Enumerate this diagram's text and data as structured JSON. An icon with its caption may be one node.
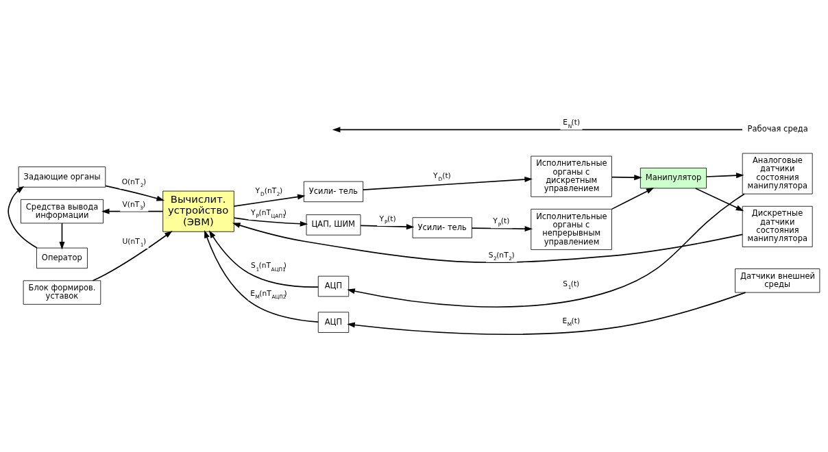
{
  "diagram": {
    "nodes": [
      {
        "text": [
          "Задающие органы"
        ]
      },
      {
        "text": [
          "Вычислит. устройство (ЭВМ)"
        ]
      },
      {
        "text": [
          "Блок формиров. уставок"
        ]
      },
      {
        "text": [
          "Средства вывода информации"
        ]
      },
      {
        "text": [
          "Оператор"
        ]
      },
      {
        "text": [
          "Усили- тель"
        ]
      },
      {
        "text": [
          "ЦАП, ШИМ"
        ]
      },
      {
        "text": [
          "Усили- тель"
        ]
      },
      {
        "text": [
          "Исполнительные органы с непрерывным управлением"
        ]
      },
      {
        "text": [
          "Исполнительные органы с дискретным управлением"
        ]
      },
      {
        "text": [
          "Манипулятор"
        ]
      },
      {
        "text": [
          "Аналоговые датчики состояния манипулятора"
        ]
      },
      {
        "text": [
          "Дискретные датчики состояния манипулятора"
        ]
      },
      {
        "text": [
          "АЦП"
        ]
      },
      {
        "text": [
          "АЦП"
        ]
      },
      {
        "text": [
          "Датчики внешней среды"
        ]
      },
      {
        "text": [
          "Рабочая среда"
        ]
      }
    ],
    "edges": [
      {
        "from": 0,
        "to": 1,
        "arrow": "to",
        "label": "O(nT$_{2}$)"
      },
      {
        "from": 2,
        "to": 1,
        "arrow": "to",
        "label": "U(nT$_{1}$)"
      },
      {
        "from": 1,
        "to": 3,
        "arrow": "to",
        "label": "V(nT$_{3}$)"
      },
      {
        "from": 3,
        "to": 4,
        "arrow": "to"
      },
      {
        "from": 4,
        "to": 0,
        "arrow": "to"
      },
      {
        "from": 1,
        "to": 5,
        "arrow": "to",
        "label": "Y$_{D}$(nT$_{2}$)"
      },
      {
        "from": 1,
        "to": 6,
        "arrow": "to",
        "label": "Y$_{P}$(nT$_{ЦАП1}$)"
      },
      {
        "from": 6,
        "to": 7,
        "arrow": "to",
        "label": "Y$_{P}$(t)"
      },
      {
        "from": 5,
        "to": 9,
        "arrow": "to",
        "label": "Y$_{D}$(t)"
      },
      {
        "from": 7,
        "to": 8,
        "arrow": "to",
        "label": "Y$_{P}$(t)"
      },
      {
        "from": 8,
        "to": 10,
        "arrow": "to"
      },
      {
        "from": 9,
        "to": 10,
        "arrow": "to"
      },
      {
        "from": 10,
        "to": 11,
        "arrow": "to"
      },
      {
        "from": 10,
        "to": 12,
        "arrow": "to"
      },
      {
        "from": 11,
        "to": 13,
        "arrow": "to",
        "label": "S$_{1}$(t)"
      },
      {
        "from": 13,
        "to": 1,
        "arrow": "to",
        "label": "S$_{1}$(nT$_{АЦП1}$)"
      },
      {
        "from": 12,
        "to": 1,
        "arrow": "to",
        "label": "S$_{2}$(nT$_{2}$)"
      },
      {
        "from": 15,
        "to": 14,
        "arrow": "to",
        "label": "E$_{M}$(t)"
      },
      {
        "from": 14,
        "to": 1,
        "arrow": "to",
        "label": "E$_{M}$(nT$_{АЦП2}$)"
      },
      {
        "from": 16,
        "to": null,
        "arrow": "to",
        "label": "E$_{N}$(t)"
      }
    ]
  }
}
